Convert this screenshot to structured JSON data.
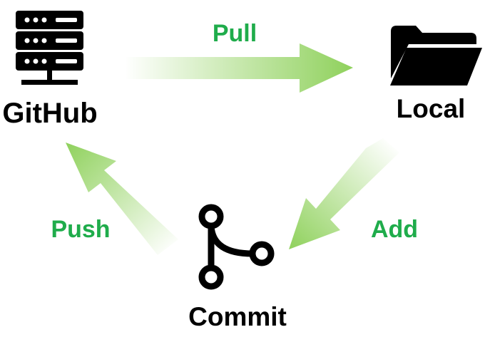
{
  "nodes": {
    "github": {
      "label": "GitHub",
      "icon": "server-icon"
    },
    "local": {
      "label": "Local",
      "icon": "folder-icon"
    },
    "commit": {
      "label": "Commit",
      "icon": "git-branch-icon"
    }
  },
  "edges": {
    "pull": {
      "label": "Pull",
      "from": "GitHub",
      "to": "Local"
    },
    "add": {
      "label": "Add",
      "from": "Local",
      "to": "Commit"
    },
    "push": {
      "label": "Push",
      "from": "Commit",
      "to": "GitHub"
    }
  },
  "colors": {
    "accent": "#1fac4b",
    "arrow": "#8fd15c",
    "arrow_fade": "#ffffff",
    "icon": "#000000"
  }
}
